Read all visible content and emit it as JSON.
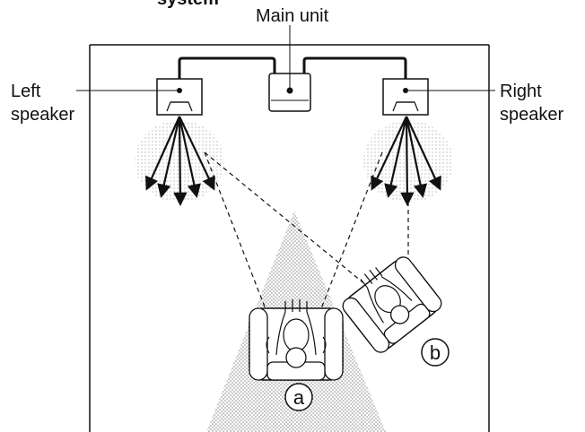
{
  "title_fragment": "system",
  "labels": {
    "main_unit": "Main unit",
    "left_speaker": [
      "Left",
      "speaker"
    ],
    "right_speaker": [
      "Right",
      "speaker"
    ]
  },
  "positions": {
    "a": "a",
    "b": "b"
  }
}
